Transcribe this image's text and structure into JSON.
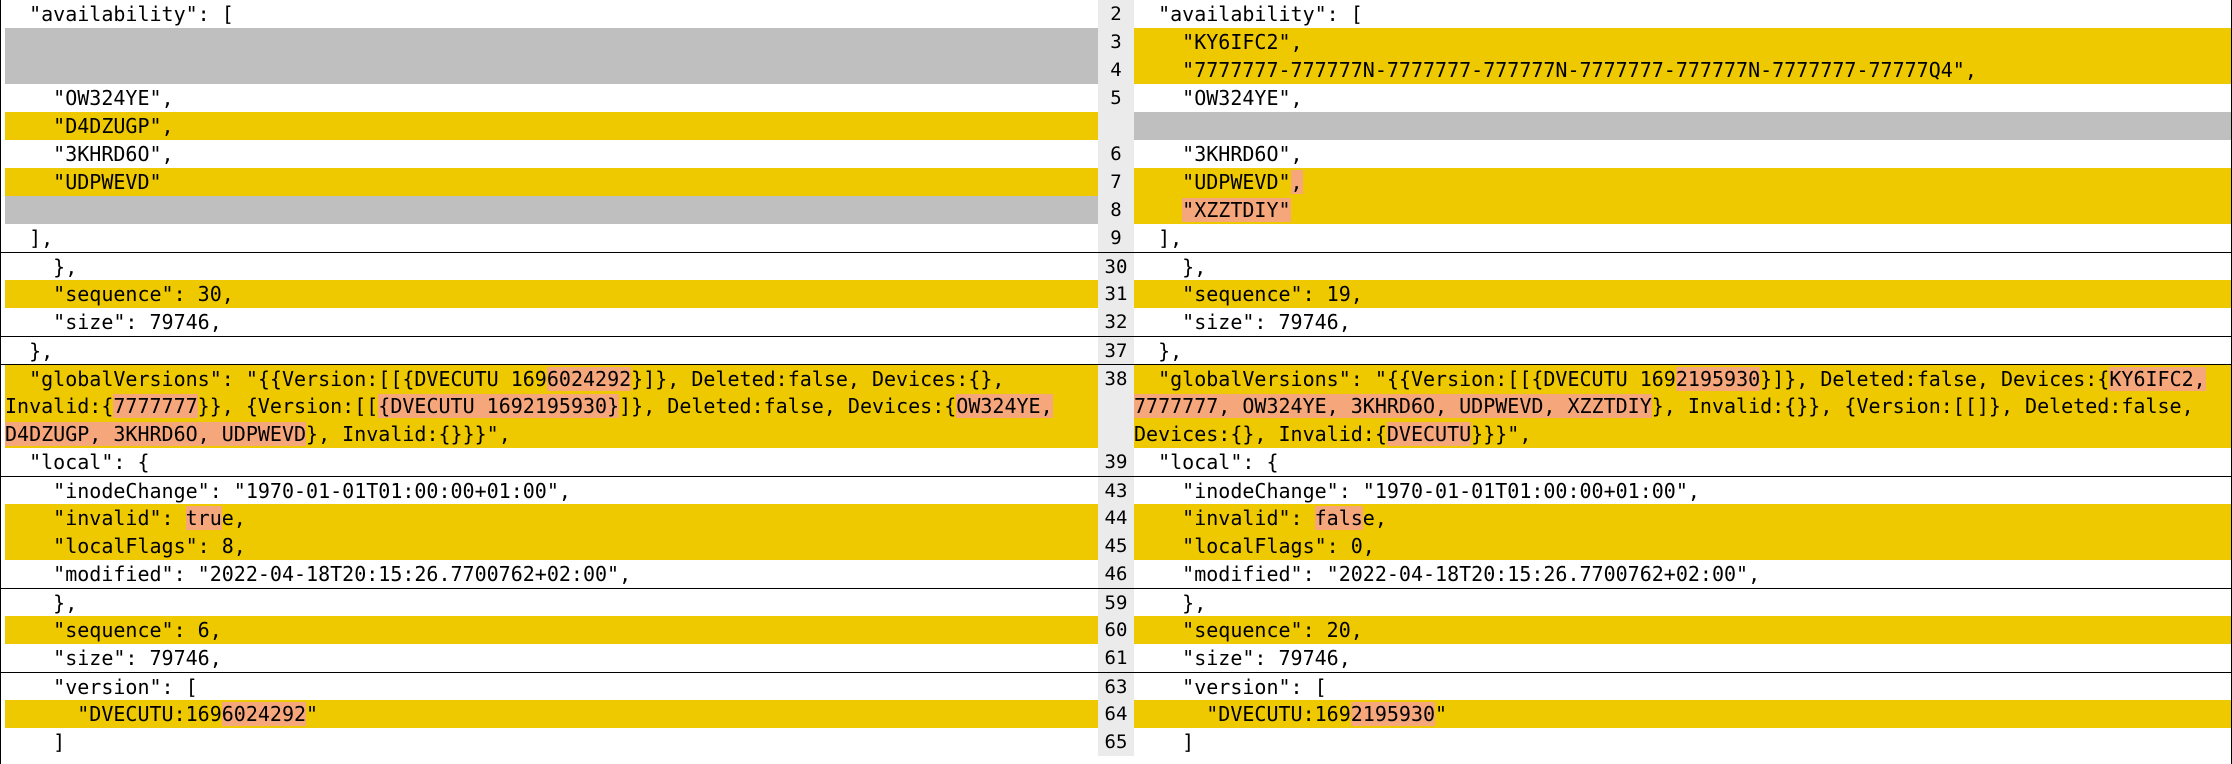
{
  "left": [
    {
      "kind": "normal",
      "sep": false,
      "segs": [
        {
          "t": "  \"availability\": ["
        }
      ]
    },
    {
      "kind": "filler",
      "sep": false,
      "segs": [
        {
          "t": ""
        }
      ]
    },
    {
      "kind": "filler",
      "sep": false,
      "segs": [
        {
          "t": ""
        }
      ]
    },
    {
      "kind": "normal",
      "sep": false,
      "segs": [
        {
          "t": "    \"OW324YE\","
        }
      ]
    },
    {
      "kind": "changed",
      "sep": false,
      "segs": [
        {
          "t": "    \"D4DZUGP\","
        }
      ]
    },
    {
      "kind": "normal",
      "sep": false,
      "segs": [
        {
          "t": "    \"3KHRD6O\","
        }
      ]
    },
    {
      "kind": "changed",
      "sep": false,
      "segs": [
        {
          "t": "    \"UDPWEVD\""
        }
      ]
    },
    {
      "kind": "filler",
      "sep": false,
      "segs": [
        {
          "t": ""
        }
      ]
    },
    {
      "kind": "normal",
      "sep": false,
      "segs": [
        {
          "t": "  ],"
        }
      ]
    },
    {
      "kind": "normal",
      "sep": true,
      "segs": [
        {
          "t": "    },"
        }
      ]
    },
    {
      "kind": "changed",
      "sep": false,
      "segs": [
        {
          "t": "    \"sequence\": 30,"
        }
      ]
    },
    {
      "kind": "normal",
      "sep": false,
      "segs": [
        {
          "t": "    \"size\": 79746,"
        }
      ]
    },
    {
      "kind": "normal",
      "sep": true,
      "segs": [
        {
          "t": "  },"
        }
      ]
    },
    {
      "kind": "changed",
      "sep": true,
      "segs": [
        {
          "t": "  \"globalVersions\": \"{{Version:[[{DVECUTU 169"
        },
        {
          "t": "6024292",
          "h": 1
        },
        {
          "t": "}]}, Deleted:false, Devices:{},"
        }
      ]
    },
    {
      "kind": "changed",
      "sep": false,
      "segs": [
        {
          "t": "Invalid:{"
        },
        {
          "t": "7777777",
          "h": 1
        },
        {
          "t": "}}, {Version:[["
        },
        {
          "t": "{DVECUTU 1692195930}",
          "h": 1
        },
        {
          "t": "]}, Deleted:false, Devices:{"
        },
        {
          "t": "OW324YE,",
          "h": 1
        }
      ]
    },
    {
      "kind": "changed",
      "sep": false,
      "segs": [
        {
          "t": "D4DZUGP, 3KHRD6O, UDPWEVD",
          "h": 1
        },
        {
          "t": "}, Invalid:{}}}\","
        }
      ]
    },
    {
      "kind": "normal",
      "sep": false,
      "segs": [
        {
          "t": "  \"local\": {"
        }
      ]
    },
    {
      "kind": "normal",
      "sep": true,
      "segs": [
        {
          "t": "    \"inodeChange\": \"1970-01-01T01:00:00+01:00\","
        }
      ]
    },
    {
      "kind": "changed",
      "sep": false,
      "segs": [
        {
          "t": "    \"invalid\": "
        },
        {
          "t": "tru",
          "h": 1
        },
        {
          "t": "e,"
        }
      ]
    },
    {
      "kind": "changed",
      "sep": false,
      "segs": [
        {
          "t": "    \"localFlags\": 8,"
        }
      ]
    },
    {
      "kind": "normal",
      "sep": false,
      "segs": [
        {
          "t": "    \"modified\": \"2022-04-18T20:15:26.7700762+02:00\","
        }
      ]
    },
    {
      "kind": "normal",
      "sep": true,
      "segs": [
        {
          "t": "    },"
        }
      ]
    },
    {
      "kind": "changed",
      "sep": false,
      "segs": [
        {
          "t": "    \"sequence\": 6,"
        }
      ]
    },
    {
      "kind": "normal",
      "sep": false,
      "segs": [
        {
          "t": "    \"size\": 79746,"
        }
      ]
    },
    {
      "kind": "normal",
      "sep": true,
      "segs": [
        {
          "t": "    \"version\": ["
        }
      ]
    },
    {
      "kind": "changed",
      "sep": false,
      "segs": [
        {
          "t": "      \"DVECUTU:169"
        },
        {
          "t": "6024292",
          "h": 1
        },
        {
          "t": "\""
        }
      ]
    },
    {
      "kind": "normal",
      "sep": false,
      "segs": [
        {
          "t": "    ]"
        }
      ]
    }
  ],
  "right": [
    {
      "num": "2",
      "kind": "normal",
      "sep": false,
      "segs": [
        {
          "t": "  \"availability\": ["
        }
      ]
    },
    {
      "num": "3",
      "kind": "changed",
      "sep": false,
      "segs": [
        {
          "t": "    \"KY6IFC2\","
        }
      ]
    },
    {
      "num": "4",
      "kind": "changed",
      "sep": false,
      "segs": [
        {
          "t": "    \"7777777-777777N-7777777-777777N-7777777-777777N-7777777-77777Q4\","
        }
      ]
    },
    {
      "num": "5",
      "kind": "normal",
      "sep": false,
      "segs": [
        {
          "t": "    \"OW324YE\","
        }
      ]
    },
    {
      "num": "",
      "kind": "filler",
      "sep": false,
      "segs": [
        {
          "t": ""
        }
      ]
    },
    {
      "num": "6",
      "kind": "normal",
      "sep": false,
      "segs": [
        {
          "t": "    \"3KHRD6O\","
        }
      ]
    },
    {
      "num": "7",
      "kind": "changed",
      "sep": false,
      "segs": [
        {
          "t": "    \"UDPWEVD\""
        },
        {
          "t": ",",
          "h": 1
        }
      ]
    },
    {
      "num": "8",
      "kind": "added",
      "sep": false,
      "segs": [
        {
          "t": "    ",
          "h": 0
        },
        {
          "t": "\"XZZTDIY\"",
          "h": 1
        }
      ]
    },
    {
      "num": "9",
      "kind": "normal",
      "sep": false,
      "segs": [
        {
          "t": "  ],"
        }
      ]
    },
    {
      "num": "30",
      "kind": "normal",
      "sep": true,
      "segs": [
        {
          "t": "    },"
        }
      ]
    },
    {
      "num": "31",
      "kind": "changed",
      "sep": false,
      "segs": [
        {
          "t": "    \"sequence\": 19,"
        }
      ]
    },
    {
      "num": "32",
      "kind": "normal",
      "sep": false,
      "segs": [
        {
          "t": "    \"size\": 79746,"
        }
      ]
    },
    {
      "num": "37",
      "kind": "normal",
      "sep": true,
      "segs": [
        {
          "t": "  },"
        }
      ]
    },
    {
      "num": "38",
      "kind": "changed",
      "sep": true,
      "segs": [
        {
          "t": "  \"globalVersions\": \"{{Version:[[{DVECUTU 169"
        },
        {
          "t": "2195930",
          "h": 1
        },
        {
          "t": "}]}, Deleted:false, Devices:{"
        },
        {
          "t": "KY6IFC2,",
          "h": 1
        }
      ]
    },
    {
      "num": "",
      "kind": "changed",
      "sep": false,
      "segs": [
        {
          "t": "7777777, OW324YE, 3KHRD6O, UDPWEVD, XZZTDIY",
          "h": 1
        },
        {
          "t": "}, Invalid:{}}, {Version:[[]}, Deleted:false,"
        }
      ]
    },
    {
      "num": "",
      "kind": "changed",
      "sep": false,
      "segs": [
        {
          "t": "Devices:{}, Invalid:{"
        },
        {
          "t": "DVECUTU",
          "h": 1
        },
        {
          "t": "}}}\","
        }
      ]
    },
    {
      "num": "39",
      "kind": "normal",
      "sep": false,
      "segs": [
        {
          "t": "  \"local\": {"
        }
      ]
    },
    {
      "num": "43",
      "kind": "normal",
      "sep": true,
      "segs": [
        {
          "t": "    \"inodeChange\": \"1970-01-01T01:00:00+01:00\","
        }
      ]
    },
    {
      "num": "44",
      "kind": "changed",
      "sep": false,
      "segs": [
        {
          "t": "    \"invalid\": "
        },
        {
          "t": "fals",
          "h": 1
        },
        {
          "t": "e,"
        }
      ]
    },
    {
      "num": "45",
      "kind": "changed",
      "sep": false,
      "segs": [
        {
          "t": "    \"localFlags\": 0,"
        }
      ]
    },
    {
      "num": "46",
      "kind": "normal",
      "sep": false,
      "segs": [
        {
          "t": "    \"modified\": \"2022-04-18T20:15:26.7700762+02:00\","
        }
      ]
    },
    {
      "num": "59",
      "kind": "normal",
      "sep": true,
      "segs": [
        {
          "t": "    },"
        }
      ]
    },
    {
      "num": "60",
      "kind": "changed",
      "sep": false,
      "segs": [
        {
          "t": "    \"sequence\": 20,"
        }
      ]
    },
    {
      "num": "61",
      "kind": "normal",
      "sep": false,
      "segs": [
        {
          "t": "    \"size\": 79746,"
        }
      ]
    },
    {
      "num": "63",
      "kind": "normal",
      "sep": true,
      "segs": [
        {
          "t": "    \"version\": ["
        }
      ]
    },
    {
      "num": "64",
      "kind": "changed",
      "sep": false,
      "segs": [
        {
          "t": "      \"DVECUTU:169"
        },
        {
          "t": "2195930",
          "h": 1
        },
        {
          "t": "\""
        }
      ]
    },
    {
      "num": "65",
      "kind": "normal",
      "sep": false,
      "segs": [
        {
          "t": "    ]"
        }
      ]
    }
  ],
  "colors": {
    "changed": "#efc900",
    "filler": "#bfbfbf",
    "word_highlight": "#f5a67a",
    "gutter": "#ebebeb"
  }
}
